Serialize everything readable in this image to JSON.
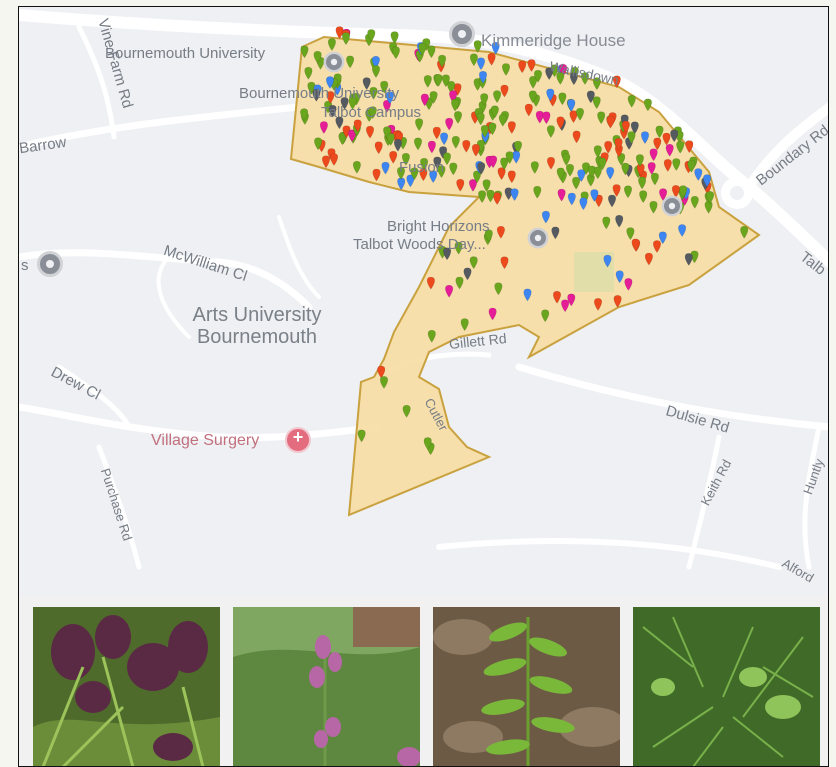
{
  "map": {
    "labels": {
      "bournemouth_university": "Bournemouth University",
      "kimmeridge_house": "Kimmeridge House",
      "bournemouth_university_talbot": "Bournemouth University",
      "talbot_campus": "Talbot Campus",
      "fusion": "Fusion",
      "bright_horizons": "Bright Horizons",
      "talbot_woods_day": "Talbot Woods Day...",
      "arts_university_line1": "Arts University",
      "arts_university_line2": "Bournemouth",
      "village_surgery": "Village Surgery",
      "mcwilliam_cl": "McWilliam Cl",
      "drew_cl": "Drew Cl",
      "vine_farm_rd": "Vine Farm Rd",
      "barrow": "Barrow",
      "boundary_rd": "Boundary Rd",
      "talb": "Talb",
      "dulsie_rd": "Dulsie Rd",
      "keith_rd": "Keith Rd",
      "purchase_rd": "Purchase Rd",
      "gillett_rd": "Gillett Rd",
      "cutler": "Cutler",
      "huntly": "Huntly",
      "alford": "Alford",
      "wallis": "Wallisdown",
      "edge_s": "s"
    },
    "colors": {
      "area_fill": "#f7dca0",
      "area_stroke": "#c9a13e",
      "pin_plant": "#6aa51e",
      "pin_red": "#ec4a1c",
      "pin_magenta": "#e51d97",
      "pin_blue": "#3d86f1",
      "pin_dark": "#555a61"
    }
  },
  "thumbnails": [
    {
      "name": "thumb-purple-bracts"
    },
    {
      "name": "thumb-pink-flower"
    },
    {
      "name": "thumb-solomons-seal"
    },
    {
      "name": "thumb-yarrow-leaves"
    }
  ]
}
